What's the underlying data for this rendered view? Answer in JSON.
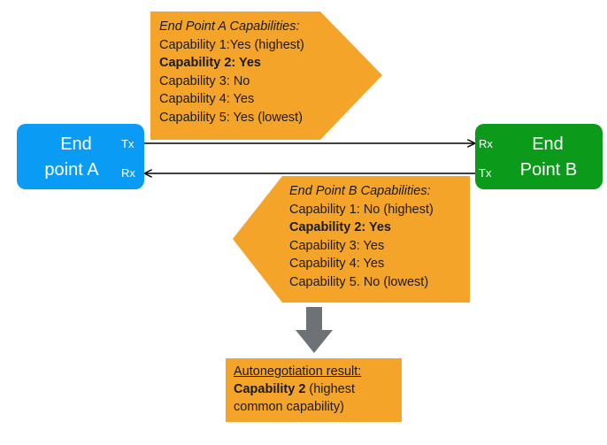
{
  "endpoint_a": {
    "title_line1": "End",
    "title_line2": "point A",
    "tx_label": "Tx",
    "rx_label": "Rx",
    "color": "#0a9bf5"
  },
  "endpoint_b": {
    "title_line1": "End",
    "title_line2": "Point B",
    "rx_label": "Rx",
    "tx_label": "Tx",
    "color": "#0c9a1a"
  },
  "callout_a": {
    "header": "End Point A Capabilities:",
    "lines": [
      {
        "text": "Capability 1:Yes  (highest)",
        "bold": false
      },
      {
        "text": "Capability 2: Yes",
        "bold": true
      },
      {
        "text": "Capability 3: No",
        "bold": false
      },
      {
        "text": "Capability 4: Yes",
        "bold": false
      },
      {
        "text": "Capability 5: Yes  (lowest)",
        "bold": false
      }
    ]
  },
  "callout_b": {
    "header": "End Point B Capabilities:",
    "lines": [
      {
        "text": "Capability 1: No (highest)",
        "bold": false
      },
      {
        "text": "Capability 2: Yes",
        "bold": true
      },
      {
        "text": "Capability 3: Yes",
        "bold": false
      },
      {
        "text": "Capability 4: Yes",
        "bold": false
      },
      {
        "text": "Capability 5. No (lowest)",
        "bold": false
      }
    ]
  },
  "result": {
    "heading": "Autonegotiation result:",
    "capability_bold": "Capability 2",
    "capability_rest": " (highest",
    "line3": "common capability)"
  },
  "colors": {
    "callout_fill": "#f5a42a",
    "down_arrow": "#6d7277",
    "line": "#000000"
  }
}
